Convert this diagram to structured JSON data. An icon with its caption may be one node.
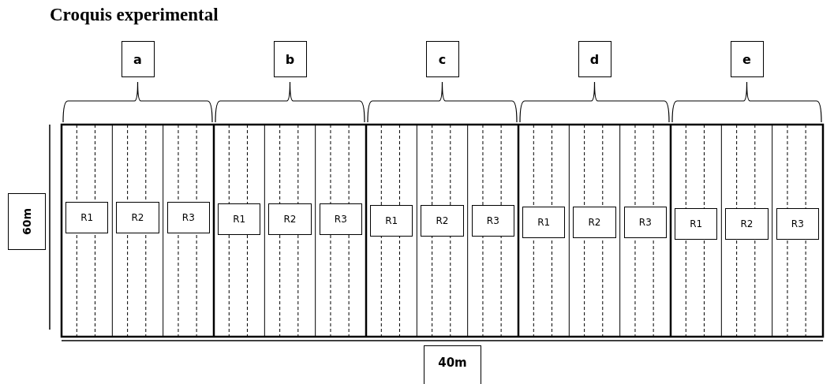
{
  "diagram": {
    "title": "Croquis experimental",
    "nodes": [
      {
        "text": [
          "a"
        ]
      },
      {
        "text": [
          "b"
        ]
      },
      {
        "text": [
          "c"
        ]
      },
      {
        "text": [
          "d"
        ]
      },
      {
        "text": [
          "e"
        ]
      },
      {
        "text": [
          "60m"
        ]
      },
      {
        "text": [
          "R1"
        ]
      },
      {
        "text": [
          "R2"
        ]
      },
      {
        "text": [
          "R3"
        ]
      },
      {
        "text": [
          "R1"
        ]
      },
      {
        "text": [
          "R2"
        ]
      },
      {
        "text": [
          "R3"
        ]
      },
      {
        "text": [
          "R1"
        ]
      },
      {
        "text": [
          "R2"
        ]
      },
      {
        "text": [
          "R3"
        ]
      },
      {
        "text": [
          "R1"
        ]
      },
      {
        "text": [
          "R2"
        ]
      },
      {
        "text": [
          "R3"
        ]
      },
      {
        "text": [
          "R1"
        ]
      },
      {
        "text": [
          "R2"
        ]
      },
      {
        "text": [
          "R3"
        ]
      },
      {
        "text": [
          "40m"
        ]
      }
    ],
    "edges": []
  }
}
